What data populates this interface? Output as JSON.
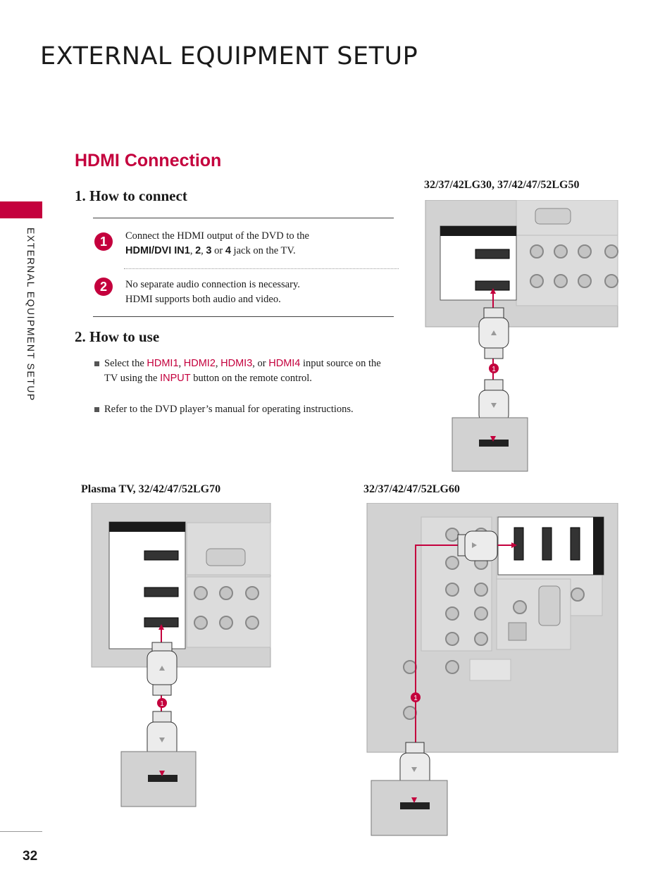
{
  "page": {
    "title": "EXTERNAL EQUIPMENT SETUP",
    "side_label": "EXTERNAL EQUIPMENT SETUP",
    "page_number": "32"
  },
  "section": {
    "heading": "HDMI Connection"
  },
  "how_to_connect": {
    "heading": "1. How to connect",
    "steps": [
      {
        "number": "1",
        "text_a": "Connect the HDMI output of the DVD to the",
        "port": "HDMI/DVI IN1",
        "sep1": ", ",
        "n2": "2",
        "sep2": ", ",
        "n3": "3",
        "sep3": "  or ",
        "n4": "4",
        "text_b": " jack on the TV."
      },
      {
        "number": "2",
        "line1": "No separate audio connection is necessary.",
        "line2": "HDMI supports both audio and video."
      }
    ]
  },
  "how_to_use": {
    "heading": "2. How to use",
    "bullet1": {
      "a": "Select the ",
      "k1": "HDMI1",
      "s1": ", ",
      "k2": "HDMI2",
      "s2": ", ",
      "k3": "HDMI3",
      "s3": ", or ",
      "k4": "HDMI4",
      "b": " input source on the TV using the ",
      "k5": "INPUT",
      "c": " button on the remote control."
    },
    "bullet2": "Refer to the DVD player’s manual for operating instructions."
  },
  "diagrams": {
    "top_right_title": "32/37/42LG30, 37/42/47/52LG50",
    "bottom_left_title": "Plasma TV, 32/42/47/52LG70",
    "bottom_right_title": "32/37/42/47/52LG60",
    "cable_marker": "1"
  },
  "colors": {
    "accent": "#c4003d",
    "panel": "#d2d2d2",
    "panel_dark": "#a8a8a8"
  }
}
